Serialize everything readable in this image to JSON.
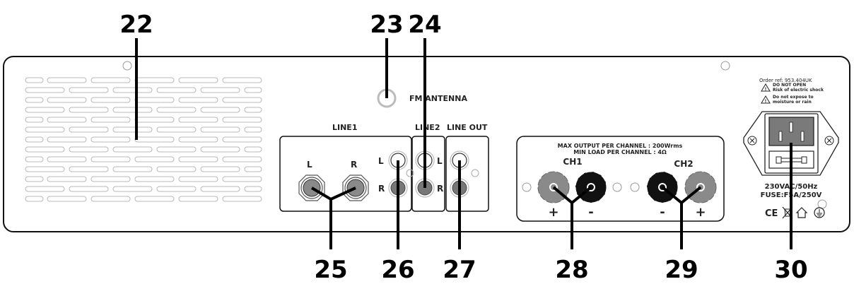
{
  "callouts": {
    "c22": "22",
    "c23": "23",
    "c24": "24",
    "c25": "25",
    "c26": "26",
    "c27": "27",
    "c28": "28",
    "c29": "29",
    "c30": "30"
  },
  "panel": {
    "fm_antenna": "FM ANTENNA",
    "line1": {
      "title": "LINE1",
      "left": "L",
      "right": "R",
      "rca_left": "L",
      "rca_right": "R"
    },
    "line2": {
      "title": "LINE2",
      "left": "L",
      "right": "R"
    },
    "line_out": {
      "title": "LINE OUT"
    },
    "speaker": {
      "max_output": "MAX OUTPUT PER CHANNEL : 200Wrms",
      "min_load": "MIN LOAD PER CHANNEL : 4Ω",
      "ch1": "CH1",
      "ch2": "CH2",
      "ch1_plus": "+",
      "ch1_minus": "-",
      "ch2_minus": "-",
      "ch2_plus": "+"
    },
    "power": {
      "order_ref": "Order ref: 953.404UK",
      "warn1_line1": "DO NOT OPEN",
      "warn1_line2": "Risk of electric shock",
      "warn2_line1": "Do not expose to",
      "warn2_line2": "moisture or rain",
      "voltage": "230VAC/50Hz",
      "fuse": "FUSE:F5A/250V",
      "ce_mark": "CE"
    }
  },
  "colors": {
    "jack_gray": "#8a8a8a",
    "terminal_black": "#111111",
    "vent_stroke": "#b8b8b8",
    "outline": "#111111"
  }
}
